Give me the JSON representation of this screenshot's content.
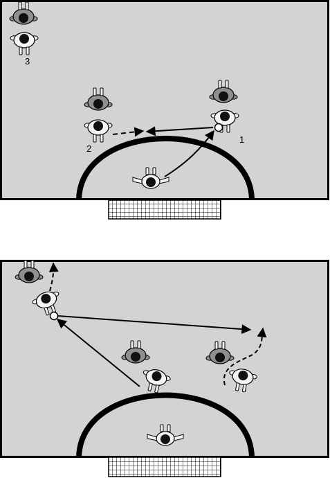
{
  "colors": {
    "court": "#d3d3d3",
    "line": "#000000",
    "attacker_shirt": "#f4f4f4",
    "defender_shirt": "#8f8f8f",
    "head": "#111111",
    "net": "#ffffff"
  },
  "icons": {
    "attacker": "attacker-player-icon",
    "defender": "defender-player-icon",
    "goalkeeper": "goalkeeper-icon",
    "ball": "ball-icon",
    "goal": "goal-net-icon"
  },
  "labels": {
    "player_1": "1",
    "player_2": "2",
    "player_3": "3"
  }
}
